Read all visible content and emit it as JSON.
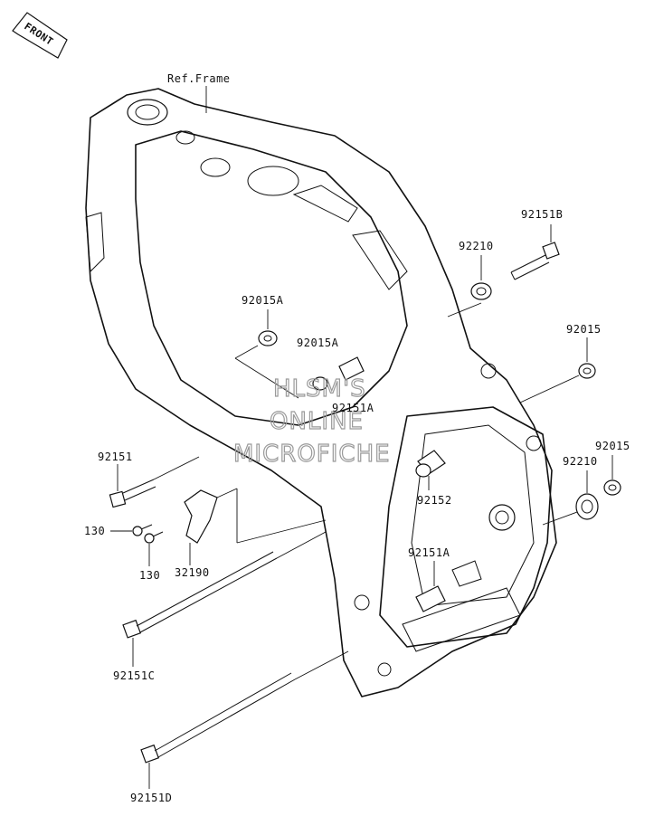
{
  "front_badge": "FRONT",
  "labels": {
    "ref_frame": "Ref.Frame",
    "p92151B": "92151B",
    "p92210_top": "92210",
    "p92015A_1": "92015A",
    "p92015A_2": "92015A",
    "p92015_top": "92015",
    "p92151A_top": "92151A",
    "p92151": "92151",
    "p92015_right": "92015",
    "p92210_right": "92210",
    "p130_a": "130",
    "p130_b": "130",
    "p32190": "32190",
    "p92152": "92152",
    "p92151A_bottom": "92151A",
    "p92151C": "92151C",
    "p92151D": "92151D"
  },
  "watermark": {
    "line1": "HLSM'S",
    "line2": "ONLINE",
    "line3": "MICROFICHE"
  },
  "colors": {
    "ink": "#111111",
    "watermark": "#9a9a9a",
    "background": "#ffffff"
  }
}
